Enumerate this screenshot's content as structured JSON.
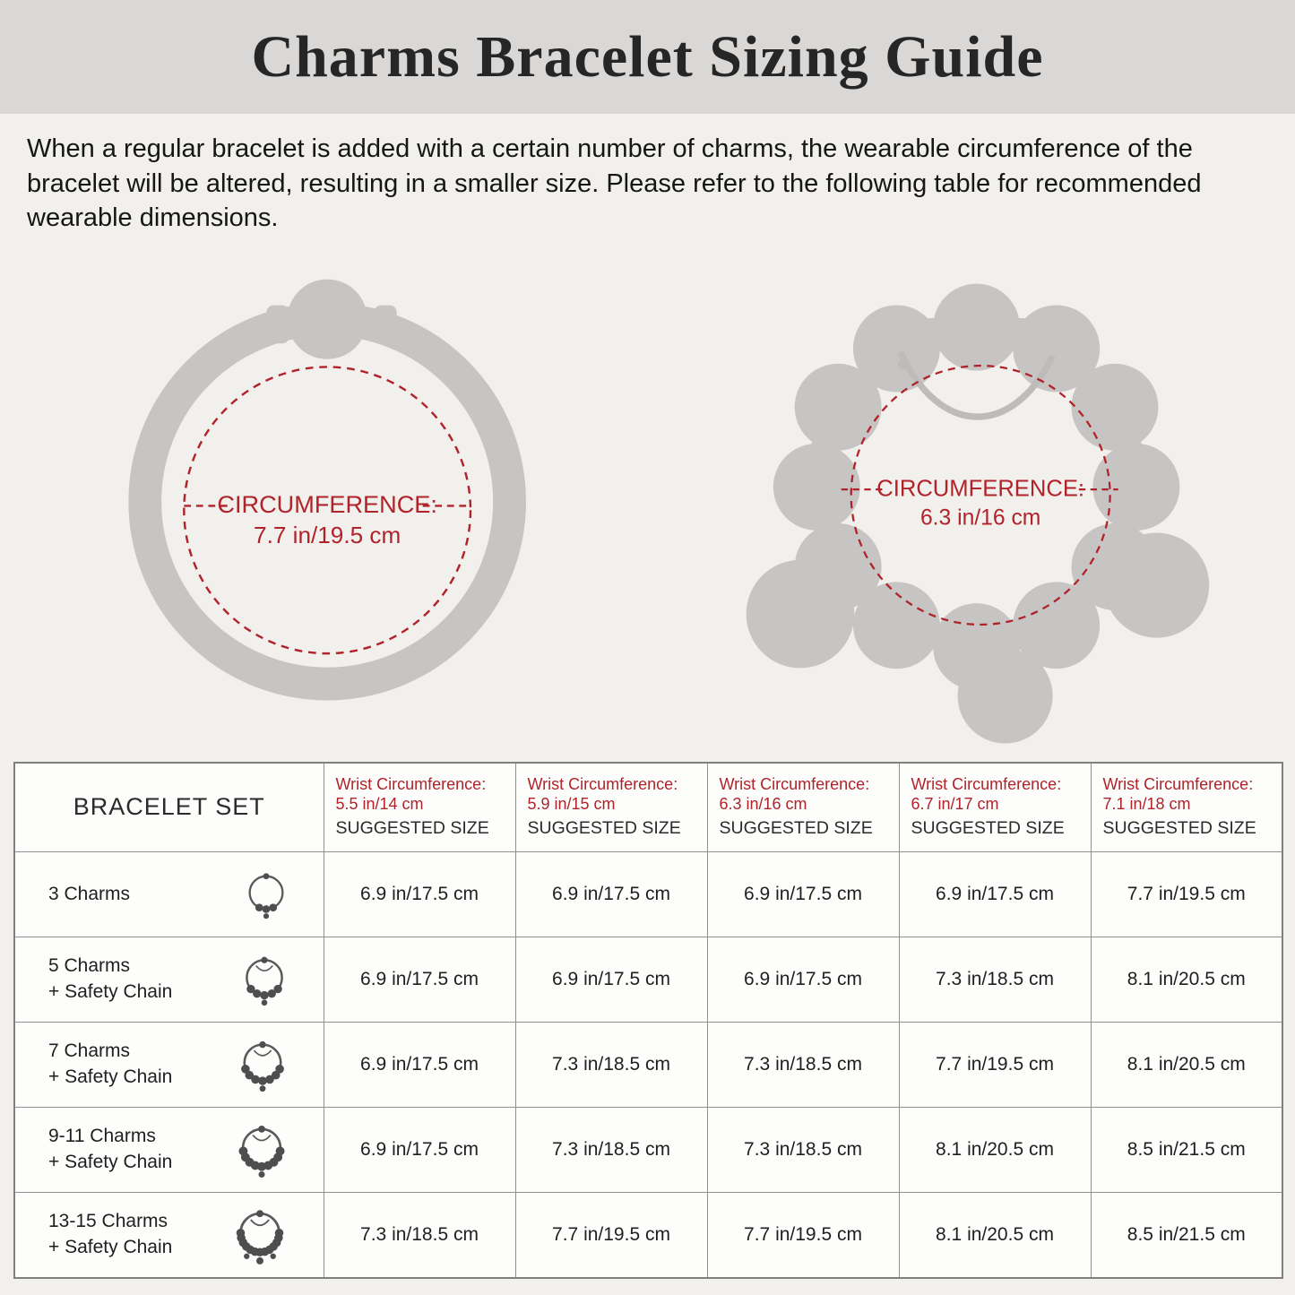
{
  "header": {
    "title": "Charms Bracelet Sizing Guide"
  },
  "intro": {
    "text": "When a regular bracelet is added with a certain number of charms, the wearable circumference of the bracelet will be altered, resulting in a smaller size. Please refer to the following table for recommended wearable dimensions."
  },
  "diagrams": {
    "plain": {
      "label": "CIRCUMFERENCE:",
      "value": "7.7 in/19.5 cm"
    },
    "charm": {
      "label": "CIRCUMFERENCE:",
      "value": "6.3 in/16 cm"
    }
  },
  "table": {
    "bracelet_set_header": "BRACELET SET",
    "wrist_label": "Wrist Circumference:",
    "suggested_size_label": "SUGGESTED SIZE",
    "columns": [
      "5.5 in/14 cm",
      "5.9 in/15 cm",
      "6.3 in/16 cm",
      "6.7 in/17 cm",
      "7.1 in/18 cm"
    ],
    "rows": [
      {
        "name": "3 Charms",
        "name2": "",
        "sizes": [
          "6.9 in/17.5 cm",
          "6.9 in/17.5 cm",
          "6.9 in/17.5 cm",
          "6.9 in/17.5 cm",
          "7.7 in/19.5 cm"
        ]
      },
      {
        "name": "5 Charms",
        "name2": "+ Safety Chain",
        "sizes": [
          "6.9 in/17.5 cm",
          "6.9 in/17.5 cm",
          "6.9 in/17.5 cm",
          "7.3 in/18.5 cm",
          "8.1 in/20.5 cm"
        ]
      },
      {
        "name": "7 Charms",
        "name2": "+ Safety Chain",
        "sizes": [
          "6.9 in/17.5 cm",
          "7.3 in/18.5 cm",
          "7.3 in/18.5 cm",
          "7.7 in/19.5 cm",
          "8.1 in/20.5 cm"
        ]
      },
      {
        "name": "9-11 Charms",
        "name2": "+ Safety Chain",
        "sizes": [
          "6.9 in/17.5 cm",
          "7.3 in/18.5 cm",
          "7.3 in/18.5 cm",
          "8.1 in/20.5 cm",
          "8.5 in/21.5 cm"
        ]
      },
      {
        "name": "13-15 Charms",
        "name2": "+ Safety Chain",
        "sizes": [
          "7.3 in/18.5 cm",
          "7.7 in/19.5 cm",
          "7.7 in/19.5 cm",
          "8.1 in/20.5 cm",
          "8.5 in/21.5 cm"
        ]
      }
    ]
  },
  "colors": {
    "accent_red": "#b0232a",
    "illustration_gray": "#c6c5c3",
    "banner_gray": "#d9d8d6",
    "page_background": "#f2f0ed"
  }
}
